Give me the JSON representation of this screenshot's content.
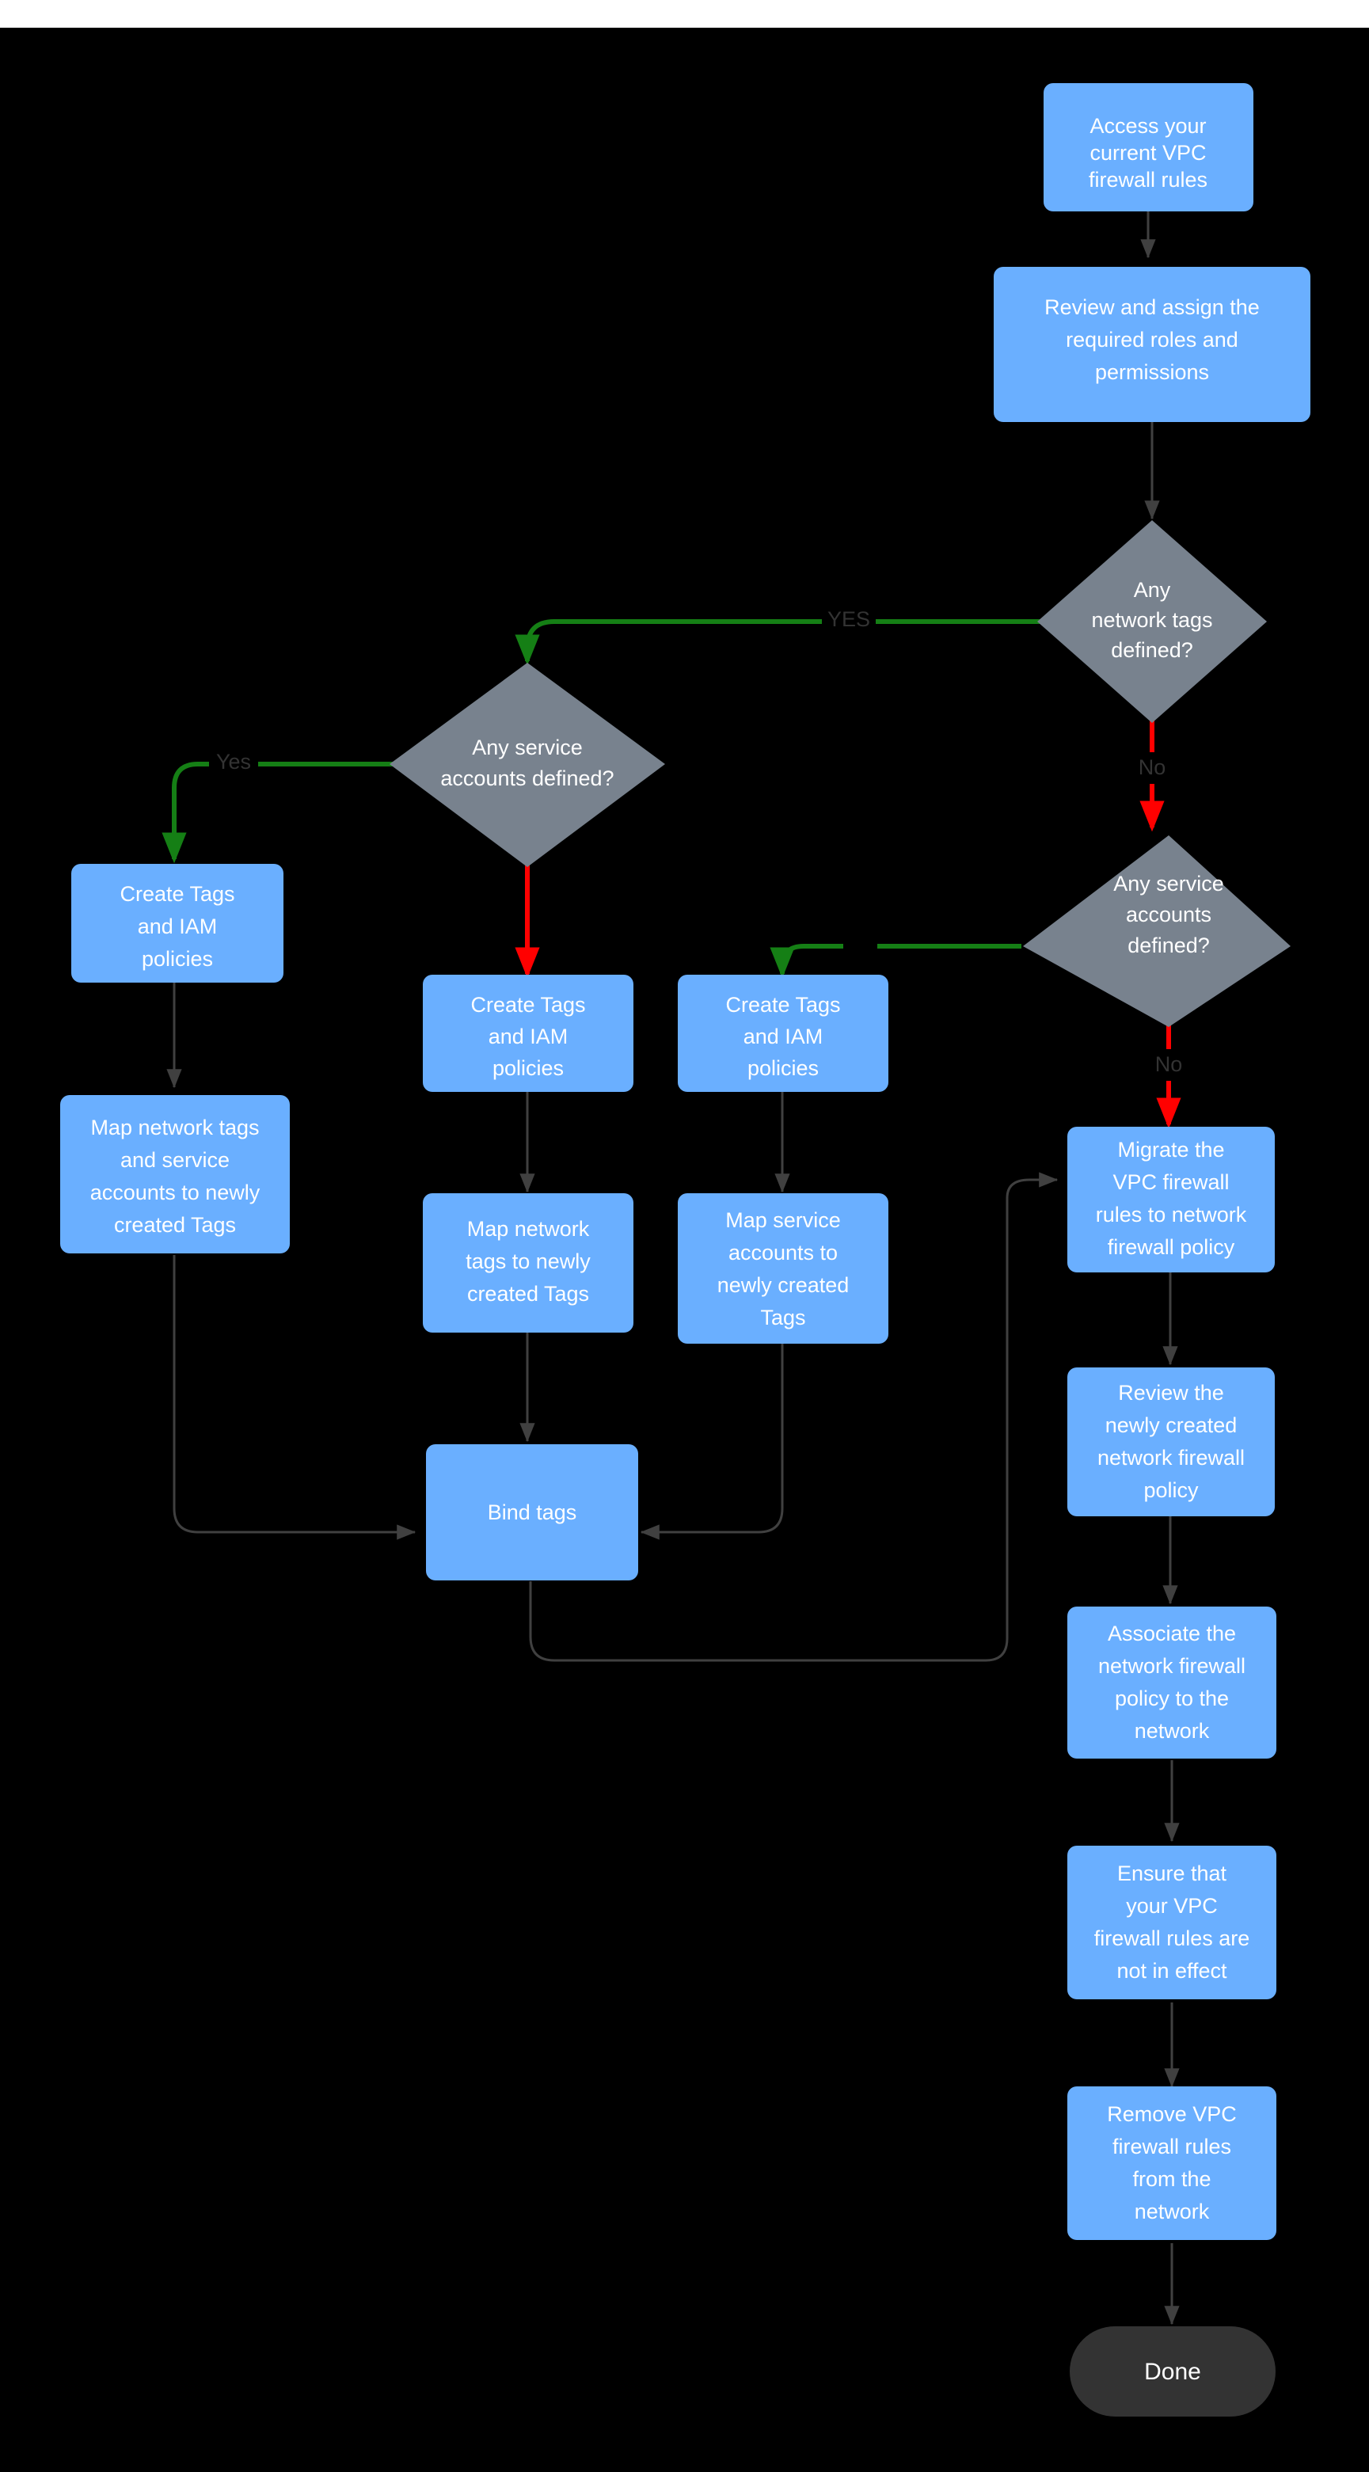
{
  "diagram": {
    "title": "VPC firewall rules to network firewall policy migration flowchart",
    "background_color": "#000000",
    "page_background_color": "#ffffff",
    "colors": {
      "process_fill": "#6aafff",
      "decision_fill": "#78828e",
      "terminator_fill": "#333333",
      "node_text": "#ffffff",
      "edge_default": "#404040",
      "edge_yes": "#157f15",
      "edge_no": "#ff0000",
      "edge_label_text": "#333333"
    },
    "nodes": [
      {
        "id": "access",
        "shape": "process",
        "label": "Access your current VPC firewall rules"
      },
      {
        "id": "review_roles",
        "shape": "process",
        "label": "Review and assign the required roles and permissions"
      },
      {
        "id": "net_tags_q",
        "shape": "decision",
        "label": "Any network tags defined?"
      },
      {
        "id": "svc_acct_q_l",
        "shape": "decision",
        "label": "Any service accounts defined?"
      },
      {
        "id": "svc_acct_q_r",
        "shape": "decision",
        "label": "Any service accounts defined?"
      },
      {
        "id": "create_tags_1",
        "shape": "process",
        "label": "Create Tags and IAM policies"
      },
      {
        "id": "create_tags_2",
        "shape": "process",
        "label": "Create Tags and IAM policies"
      },
      {
        "id": "create_tags_3",
        "shape": "process",
        "label": "Create Tags and IAM policies"
      },
      {
        "id": "map_both",
        "shape": "process",
        "label": "Map network tags and service accounts to newly created Tags"
      },
      {
        "id": "map_net",
        "shape": "process",
        "label": "Map network tags to newly created Tags"
      },
      {
        "id": "map_svc",
        "shape": "process",
        "label": "Map service accounts  to newly created Tags"
      },
      {
        "id": "bind_tags",
        "shape": "process",
        "label": "Bind tags"
      },
      {
        "id": "migrate",
        "shape": "process",
        "label": "Migrate the VPC firewall rules to network firewall policy"
      },
      {
        "id": "review_policy",
        "shape": "process",
        "label": "Review the newly created network firewall policy"
      },
      {
        "id": "associate",
        "shape": "process",
        "label": "Associate the network firewall policy to the network"
      },
      {
        "id": "ensure",
        "shape": "process",
        "label": "Ensure that your VPC firewall rules are not in effect"
      },
      {
        "id": "remove",
        "shape": "process",
        "label": "Remove  VPC firewall rules from the network"
      },
      {
        "id": "done",
        "shape": "terminator",
        "label": "Done"
      }
    ],
    "node_lines": {
      "access": [
        "Access your",
        "current VPC",
        "firewall rules"
      ],
      "review_roles": [
        "Review and assign the",
        "required roles and",
        "permissions"
      ],
      "net_tags_q": [
        "Any",
        "network tags",
        "defined?"
      ],
      "svc_acct_q_l": [
        "Any service",
        "accounts defined?"
      ],
      "svc_acct_q_r": [
        "Any service",
        "accounts",
        "defined?"
      ],
      "create_tags_1": [
        "Create Tags",
        "and IAM",
        "policies"
      ],
      "create_tags_2": [
        "Create Tags",
        "and IAM",
        "policies"
      ],
      "create_tags_3": [
        "Create Tags",
        "and IAM",
        "policies"
      ],
      "map_both": [
        "Map network tags",
        "and service",
        "accounts to newly",
        "created Tags"
      ],
      "map_net": [
        "Map network",
        "tags to newly",
        "created Tags"
      ],
      "map_svc": [
        "Map service",
        "accounts  to",
        "newly created",
        "Tags"
      ],
      "bind_tags": [
        "Bind tags"
      ],
      "migrate": [
        "Migrate the",
        "VPC firewall",
        "rules to network",
        "firewall policy"
      ],
      "review_policy": [
        "Review the",
        "newly created",
        "network firewall",
        "policy"
      ],
      "associate": [
        "Associate the",
        "network firewall",
        "policy to the",
        "network"
      ],
      "ensure": [
        "Ensure that",
        "your VPC",
        "firewall rules are",
        "not in effect"
      ],
      "remove": [
        "Remove  VPC",
        "firewall rules",
        "from the",
        "network"
      ],
      "done": [
        "Done"
      ]
    },
    "edges": [
      {
        "from": "access",
        "to": "review_roles",
        "label": "",
        "style": "default"
      },
      {
        "from": "review_roles",
        "to": "net_tags_q",
        "label": "",
        "style": "default"
      },
      {
        "from": "net_tags_q",
        "to": "svc_acct_q_l",
        "label": "YES",
        "style": "yes"
      },
      {
        "from": "net_tags_q",
        "to": "svc_acct_q_r",
        "label": "No",
        "style": "no"
      },
      {
        "from": "svc_acct_q_l",
        "to": "create_tags_1",
        "label": "Yes",
        "style": "yes"
      },
      {
        "from": "svc_acct_q_l",
        "to": "create_tags_2",
        "label": "",
        "style": "no"
      },
      {
        "from": "svc_acct_q_r",
        "to": "create_tags_3",
        "label": "",
        "style": "yes"
      },
      {
        "from": "svc_acct_q_r",
        "to": "migrate",
        "label": "No",
        "style": "no"
      },
      {
        "from": "create_tags_1",
        "to": "map_both",
        "label": "",
        "style": "default"
      },
      {
        "from": "create_tags_2",
        "to": "map_net",
        "label": "",
        "style": "default"
      },
      {
        "from": "create_tags_3",
        "to": "map_svc",
        "label": "",
        "style": "default"
      },
      {
        "from": "map_both",
        "to": "bind_tags",
        "label": "",
        "style": "default"
      },
      {
        "from": "map_net",
        "to": "bind_tags",
        "label": "",
        "style": "default"
      },
      {
        "from": "map_svc",
        "to": "bind_tags",
        "label": "",
        "style": "default"
      },
      {
        "from": "bind_tags",
        "to": "migrate",
        "label": "",
        "style": "default"
      },
      {
        "from": "migrate",
        "to": "review_policy",
        "label": "",
        "style": "default"
      },
      {
        "from": "review_policy",
        "to": "associate",
        "label": "",
        "style": "default"
      },
      {
        "from": "associate",
        "to": "ensure",
        "label": "",
        "style": "default"
      },
      {
        "from": "ensure",
        "to": "remove",
        "label": "",
        "style": "default"
      },
      {
        "from": "remove",
        "to": "done",
        "label": "",
        "style": "default"
      }
    ],
    "edge_labels": {
      "yes_upper": "YES",
      "no_upper": "No",
      "yes_left": "Yes",
      "no_right": "No"
    }
  }
}
